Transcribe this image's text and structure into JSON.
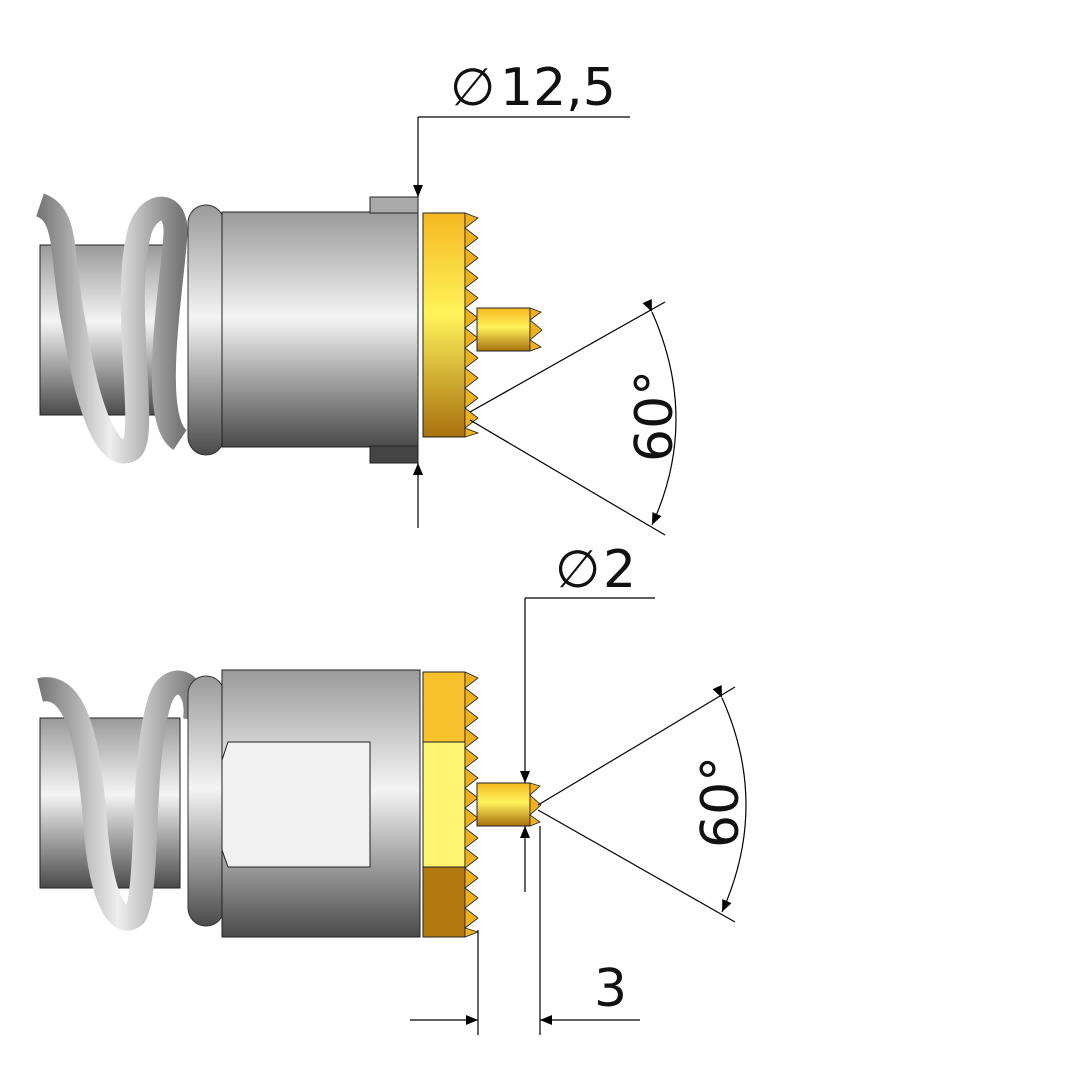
{
  "top_view": {
    "diameter_symbol": "∅",
    "diameter_value": "12,5",
    "angle_label": "60°"
  },
  "bottom_view": {
    "diameter_symbol": "∅",
    "diameter_value": "2",
    "angle_label": "60°",
    "length_label": "3"
  },
  "colors": {
    "steel_light": "#f4f4f4",
    "steel_dark": "#4a4a4a",
    "gold_light": "#fff35a",
    "gold_mid": "#f5b820",
    "gold_dark": "#a8700e"
  }
}
